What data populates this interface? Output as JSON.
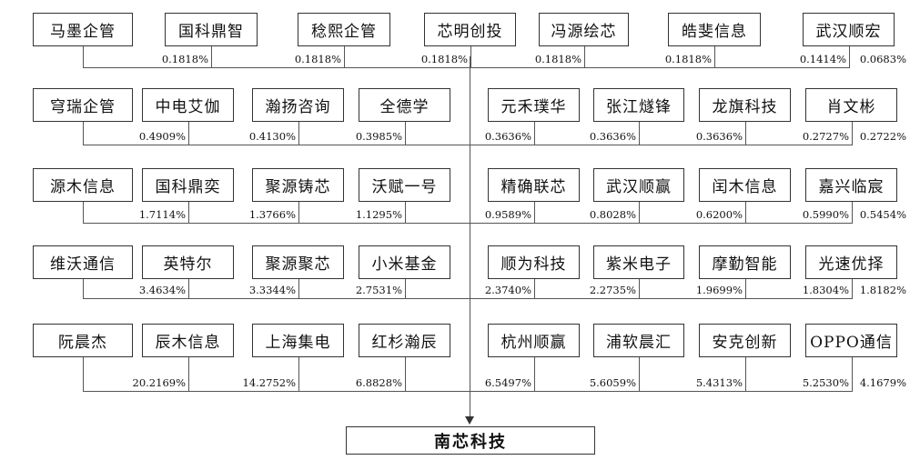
{
  "target": "南芯科技",
  "rows": [
    [
      {
        "name": "马墨企管",
        "pct": "0.1818%"
      },
      {
        "name": "国科鼎智",
        "pct": "0.1818%"
      },
      {
        "name": "稔熙企管",
        "pct": "0.1818%"
      },
      {
        "name": "芯明创投",
        "pct": "0.1818%"
      },
      {
        "name": "冯源绘芯",
        "pct": "0.1818%"
      },
      {
        "name": "皓斐信息",
        "pct": "0.1414%"
      },
      {
        "name": "武汉顺宏",
        "pct": "0.0683%"
      }
    ],
    [
      {
        "name": "穹瑞企管",
        "pct": "0.4909%"
      },
      {
        "name": "中电艾伽",
        "pct": "0.4130%"
      },
      {
        "name": "瀚扬咨询",
        "pct": "0.3985%"
      },
      {
        "name": "全德学",
        "pct": "0.3636%"
      },
      {
        "name": "元禾璞华",
        "pct": "0.3636%"
      },
      {
        "name": "张江燧锋",
        "pct": "0.3636%"
      },
      {
        "name": "龙旗科技",
        "pct": "0.2727%"
      },
      {
        "name": "肖文彬",
        "pct": "0.2722%"
      }
    ],
    [
      {
        "name": "源木信息",
        "pct": "1.7114%"
      },
      {
        "name": "国科鼎奕",
        "pct": "1.3766%"
      },
      {
        "name": "聚源铸芯",
        "pct": "1.1295%"
      },
      {
        "name": "沃赋一号",
        "pct": "0.9589%"
      },
      {
        "name": "精确联芯",
        "pct": "0.8028%"
      },
      {
        "name": "武汉顺赢",
        "pct": "0.6200%"
      },
      {
        "name": "闰木信息",
        "pct": "0.5990%"
      },
      {
        "name": "嘉兴临宸",
        "pct": "0.5454%"
      }
    ],
    [
      {
        "name": "维沃通信",
        "pct": "3.4634%"
      },
      {
        "name": "英特尔",
        "pct": "3.3344%"
      },
      {
        "name": "聚源聚芯",
        "pct": "2.7531%"
      },
      {
        "name": "小米基金",
        "pct": "2.3740%"
      },
      {
        "name": "顺为科技",
        "pct": "2.2735%"
      },
      {
        "name": "紫米电子",
        "pct": "1.9699%"
      },
      {
        "name": "摩勤智能",
        "pct": "1.8304%"
      },
      {
        "name": "光速优择",
        "pct": "1.8182%"
      }
    ],
    [
      {
        "name": "阮晨杰",
        "pct": "20.2169%"
      },
      {
        "name": "辰木信息",
        "pct": "14.2752%"
      },
      {
        "name": "上海集电",
        "pct": "6.8828%"
      },
      {
        "name": "红杉瀚辰",
        "pct": "6.5497%"
      },
      {
        "name": "杭州顺赢",
        "pct": "5.6059%"
      },
      {
        "name": "浦软晨汇",
        "pct": "5.4313%"
      },
      {
        "name": "安克创新",
        "pct": "5.2530%"
      },
      {
        "name": "OPPO通信",
        "pct": "4.1679%"
      }
    ]
  ]
}
